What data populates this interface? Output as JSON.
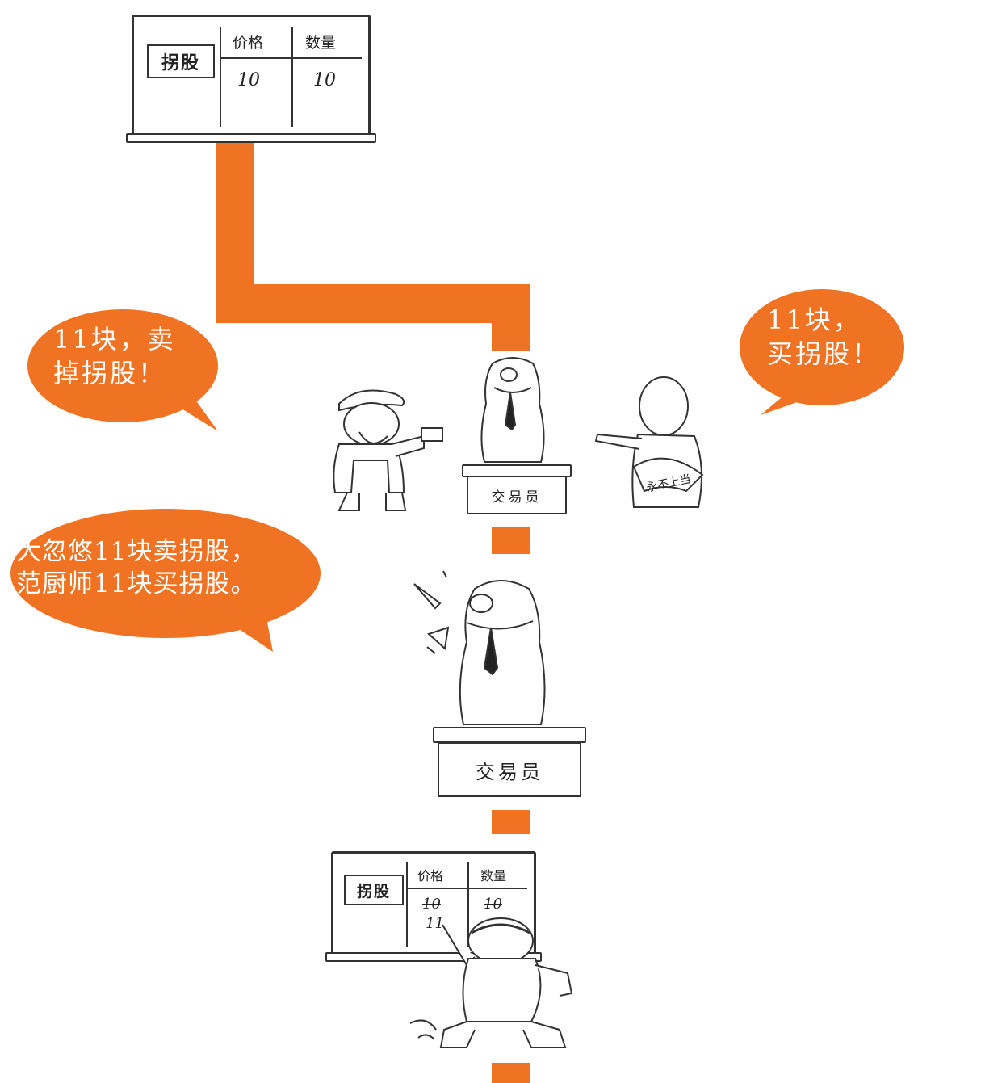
{
  "board_top": {
    "stock_name": "拐股",
    "col_price": "价格",
    "col_qty": "数量",
    "price": "10",
    "qty": "10"
  },
  "board_bottom": {
    "stock_name": "拐股",
    "col_price": "价格",
    "col_qty": "数量",
    "old_price": "10",
    "new_price": "11",
    "old_qty": "10"
  },
  "bubble_left": {
    "line1": "11块，卖",
    "line2": "掉拐股！"
  },
  "bubble_right": {
    "line1": "11块，",
    "line2": "买拐股！"
  },
  "bubble_narration": {
    "line1": "大忽悠11块卖拐股，",
    "line2": "范厨师11块买拐股。"
  },
  "podium_label": "交易员",
  "fan_text": "永不上当",
  "colors": {
    "accent": "#f07323",
    "ink": "#333333"
  }
}
